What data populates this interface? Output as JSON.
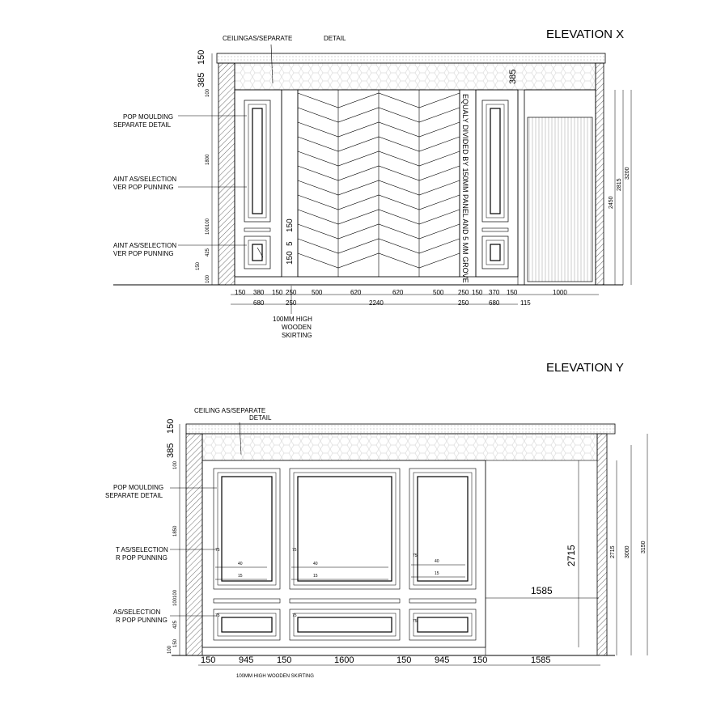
{
  "elev_x": {
    "title": "ELEVATION X",
    "ceiling_note": "CEILINGAS/SEPARATE",
    "ceiling_detail": "DETAIL",
    "notes": {
      "moulding_1": "POP MOULDING",
      "moulding_2": "SEPARATE DETAIL",
      "paint_a1": "AINT AS/SELECTION",
      "paint_a2": "VER POP PUNNING",
      "paint_b1": "AINT AS/SELECTION",
      "paint_b2": "VER POP PUNNING"
    },
    "top_dims": {
      "d385": "385",
      "d150": "150",
      "right385": "385"
    },
    "left_dims": {
      "d100a": "100",
      "d1800": "1800",
      "d100100": "100100",
      "d425": "425",
      "d150": "150",
      "d100b": "100"
    },
    "right_dims": {
      "d2450": "2450",
      "d2815": "2815",
      "d3200": "3200"
    },
    "panel_dims": {
      "d150a": "150",
      "d5": "5",
      "d150b": "150"
    },
    "vertical_note": "EQUALY DIVIDED BY 150MM PANEL AND 5 MM GROVE",
    "bottom_dims_1": [
      "150",
      "380",
      "150",
      "250",
      "500",
      "620",
      "620",
      "500",
      "250",
      "150",
      "370",
      "150",
      "1000"
    ],
    "bottom_dims_2": [
      "680",
      "250",
      "2240",
      "250",
      "680",
      "115"
    ],
    "skirting_1": "100MM HIGH",
    "skirting_2": "WOODEN",
    "skirting_3": "SKIRTING"
  },
  "elev_y": {
    "title": "ELEVATION Y",
    "ceiling_note": "CEILING  AS/SEPARATE",
    "ceiling_detail": "DETAIL",
    "notes": {
      "moulding_1": "POP MOULDING",
      "moulding_2": "SEPARATE DETAIL",
      "paint_a1": "T AS/SELECTION",
      "paint_a2": "R POP PUNNING",
      "paint_b1": "AS/SELECTION",
      "paint_b2": "R POP PUNNING"
    },
    "top_dims": {
      "d385": "385",
      "d150": "150"
    },
    "left_dims": {
      "d100": "100",
      "d1850": "1850",
      "d100100": "100100",
      "d425": "425",
      "d150": "150",
      "d100b": "100"
    },
    "small_dims": {
      "d75": "75",
      "d40": "40",
      "d15": "15"
    },
    "height_2715": "2715",
    "width_1585_mid": "1585",
    "right_dims": {
      "d2715": "2715",
      "d3000": "3000",
      "d3150": "3150"
    },
    "bottom_dims": [
      "150",
      "945",
      "150",
      "1600",
      "150",
      "945",
      "150",
      "1585"
    ],
    "skirting": "100MM HIGH WOODEN SKIRTING"
  }
}
